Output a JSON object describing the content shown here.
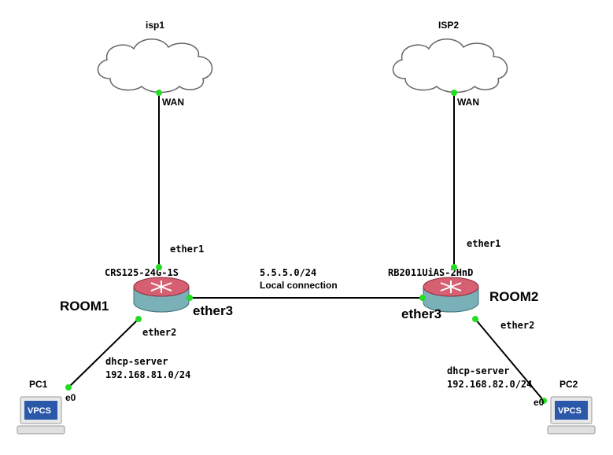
{
  "colors": {
    "link": "#000000",
    "port_dot": "#22dd22",
    "router_top": "#d65f72",
    "router_side": "#7ab0b8",
    "cloud_fill": "#ffffff",
    "vpcs_blue": "#2b58a8"
  },
  "isp1": {
    "name": "isp1",
    "port": "WAN",
    "icon": "cloud-icon"
  },
  "isp2": {
    "name": "ISP2",
    "port": "WAN",
    "icon": "cloud-icon"
  },
  "room1": {
    "name": "ROOM1",
    "model": "CRS125-24G-1S",
    "port_up": "ether1",
    "port_right": "ether3",
    "port_down": "ether2",
    "icon": "router-icon"
  },
  "room2": {
    "name": "ROOM2",
    "model": "RB2011UiAS-2HnD",
    "port_up": "ether1",
    "port_left": "ether3",
    "port_down": "ether2",
    "icon": "router-icon"
  },
  "local_link": {
    "subnet": "5.5.5.0/24",
    "label": "Local connection"
  },
  "dhcp1": {
    "title": "dhcp-server",
    "subnet": "192.168.81.0/24"
  },
  "dhcp2": {
    "title": "dhcp-server",
    "subnet": "192.168.82.0/24"
  },
  "pc1": {
    "name": "PC1",
    "port": "e0",
    "screen_label": "VPCS",
    "icon": "computer-icon"
  },
  "pc2": {
    "name": "PC2",
    "port": "e0",
    "screen_label": "VPCS",
    "icon": "computer-icon"
  }
}
